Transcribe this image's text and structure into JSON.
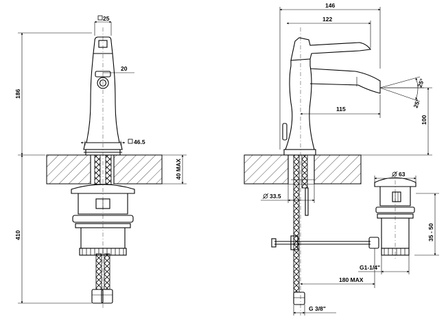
{
  "front_view": {
    "dims": {
      "spout_top_square": "25",
      "lever_offset": "20",
      "overall_height_upper": "186",
      "base_square": "46.5",
      "overall_height_lower": "410"
    }
  },
  "side_view": {
    "dims": {
      "overall_length": "146",
      "lever_length": "122",
      "angle_up": "25°",
      "angle_down": "25°",
      "spout_reach": "115",
      "spout_height": "100",
      "deck_thickness": "40 MAX",
      "hole_diameter": "33.5",
      "drain_diameter": "63",
      "drain_range": "35 - 50",
      "drain_thread": "G1-1/4\"",
      "rod_length": "180 MAX",
      "supply_thread": "G 3/8\""
    }
  }
}
